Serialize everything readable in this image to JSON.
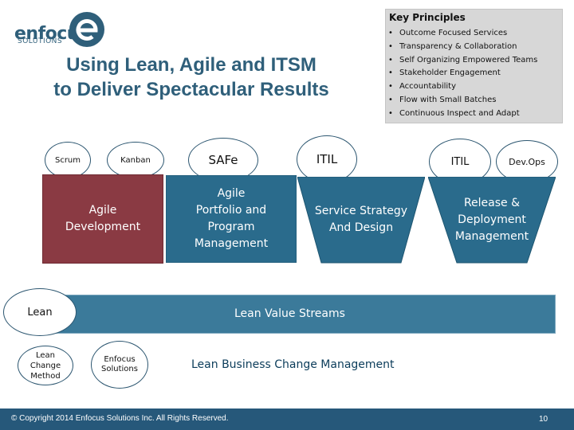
{
  "logo": {
    "name": "enfocus",
    "tagline": "SOLUTIONS"
  },
  "title": {
    "line1": "Using Lean, Agile and ITSM",
    "line2": "to Deliver Spectacular Results"
  },
  "key_principles": {
    "heading": "Key Principles",
    "items": [
      "Outcome Focused Services",
      "Transparency & Collaboration",
      "Self Organizing Empowered Teams",
      "Stakeholder Engagement",
      "Accountability",
      "Flow with Small Batches",
      "Continuous Inspect and Adapt"
    ]
  },
  "frameworks": {
    "scrum": "Scrum",
    "kanban": "Kanban",
    "safe": "SAFe",
    "itil": "ITIL",
    "itil2": "ITIL",
    "devops": "Dev.Ops"
  },
  "blocks": {
    "agile_dev": {
      "line1": "Agile",
      "line2": "Development"
    },
    "agile_portfolio": {
      "line1": "Agile",
      "line2": "Portfolio and",
      "line3": "Program",
      "line4": "Management"
    },
    "service_strategy": {
      "line1": "Service Strategy",
      "line2": "And Design"
    },
    "release": {
      "line1": "Release &",
      "line2": "Deployment",
      "line3": "Management"
    }
  },
  "lean": {
    "label": "Lean",
    "band_label": "Lean Value Streams"
  },
  "lbc": {
    "method": {
      "line1": "Lean",
      "line2": "Change",
      "line3": "Method"
    },
    "enfocus": {
      "line1": "Enfocus",
      "line2": "Solutions"
    },
    "band_label": "Lean Business Change Management"
  },
  "footer": {
    "copyright": "© Copyright 2014 Enfocus Solutions Inc. All Rights Reserved.",
    "page": "10"
  },
  "colors": {
    "brand": "#2f5f7a",
    "red_block": "#8a3a43",
    "blue_block": "#2a6b8c",
    "footer": "#26587a"
  }
}
